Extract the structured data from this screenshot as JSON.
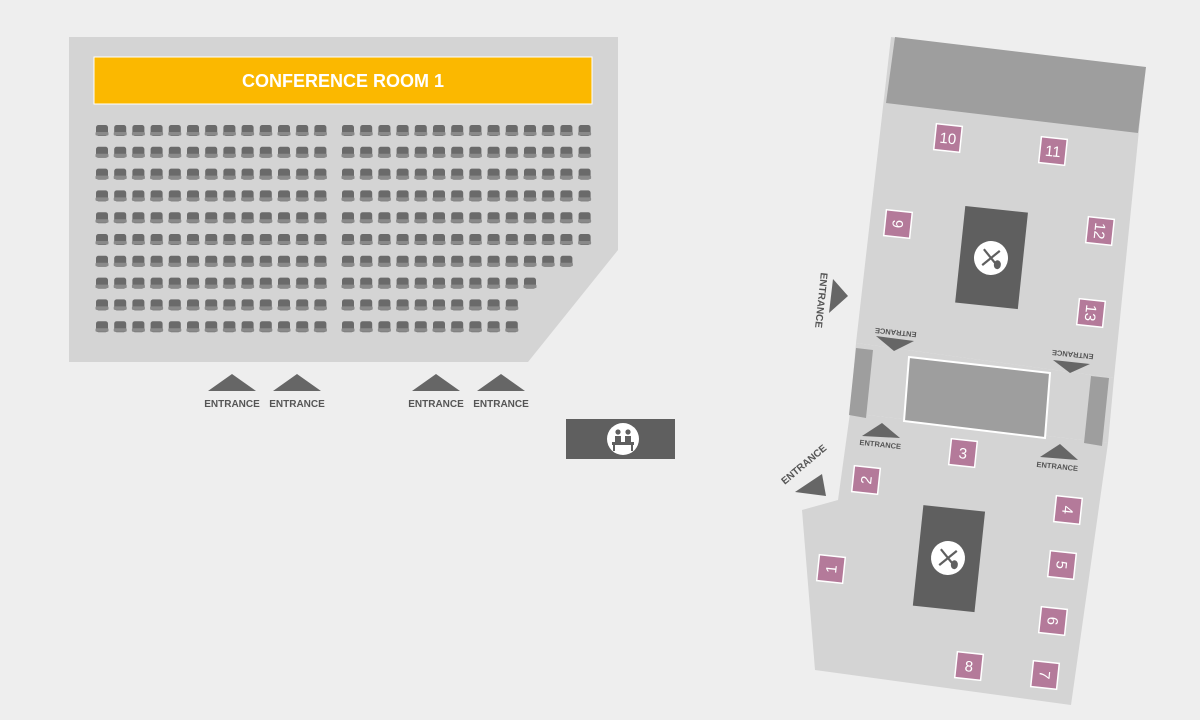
{
  "conference_room": {
    "title": "CONFERENCE ROOM 1",
    "entrances": [
      "ENTRANCE",
      "ENTRANCE",
      "ENTRANCE",
      "ENTRANCE"
    ]
  },
  "hall": {
    "entrance_labels": [
      "ENTRANCE",
      "ENTRANCE",
      "ENTRANCE",
      "ENTRANCE",
      "ENTRANCE",
      "ENTRANCE"
    ],
    "booths": [
      "1",
      "2",
      "3",
      "4",
      "5",
      "6",
      "7",
      "8",
      "9",
      "10",
      "11",
      "12",
      "13"
    ],
    "catering_icons": [
      "fork-knife-icon",
      "fork-knife-icon"
    ],
    "reception_icon": "reception-desk-icon"
  },
  "colors": {
    "background": "#eeeeee",
    "room_fill": "#d4d4d4",
    "stage": "#fbb800",
    "seat": "#6a6a6a",
    "arrow": "#666666",
    "booth": "#b47a9a",
    "dark_block": "#5f5f5f",
    "wall_block": "#9e9e9e"
  }
}
